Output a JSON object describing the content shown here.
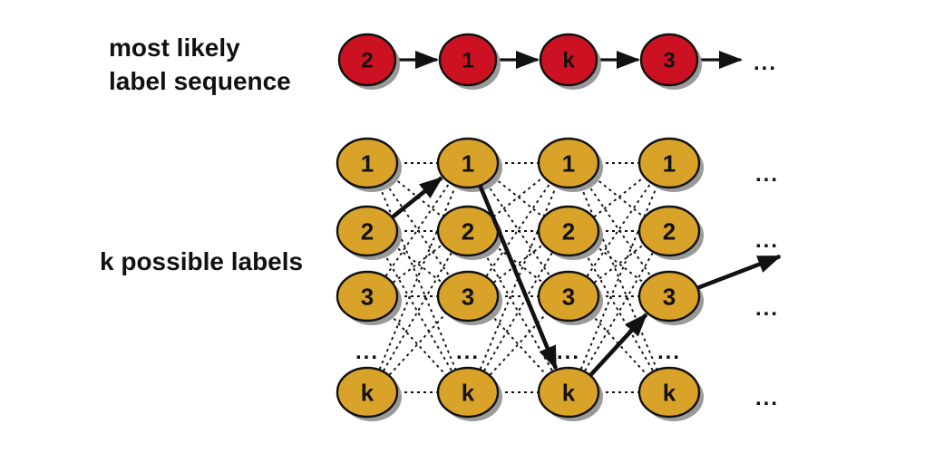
{
  "labels": {
    "top_line1": "most likely",
    "top_line2": "label sequence",
    "side": "k possible labels"
  },
  "sequence_chain": {
    "nodes": [
      "2",
      "1",
      "k",
      "3"
    ],
    "trailing_ellipsis": "..."
  },
  "trellis": {
    "row_labels": [
      "1",
      "2",
      "3",
      "k"
    ],
    "row_gap_ellipsis": "...",
    "num_columns": 4,
    "right_ellipses": [
      "...",
      "...",
      "...",
      "..."
    ]
  },
  "path": {
    "visits": [
      "2",
      "1",
      "k",
      "3"
    ],
    "exits_right": true
  },
  "colors": {
    "sequence_node_fill": "#cc1122",
    "trellis_node_fill": "#d9a32a",
    "node_stroke": "#111111",
    "shadow": "#9a9a9a",
    "edge": "#111111",
    "background": "#ffffff"
  }
}
